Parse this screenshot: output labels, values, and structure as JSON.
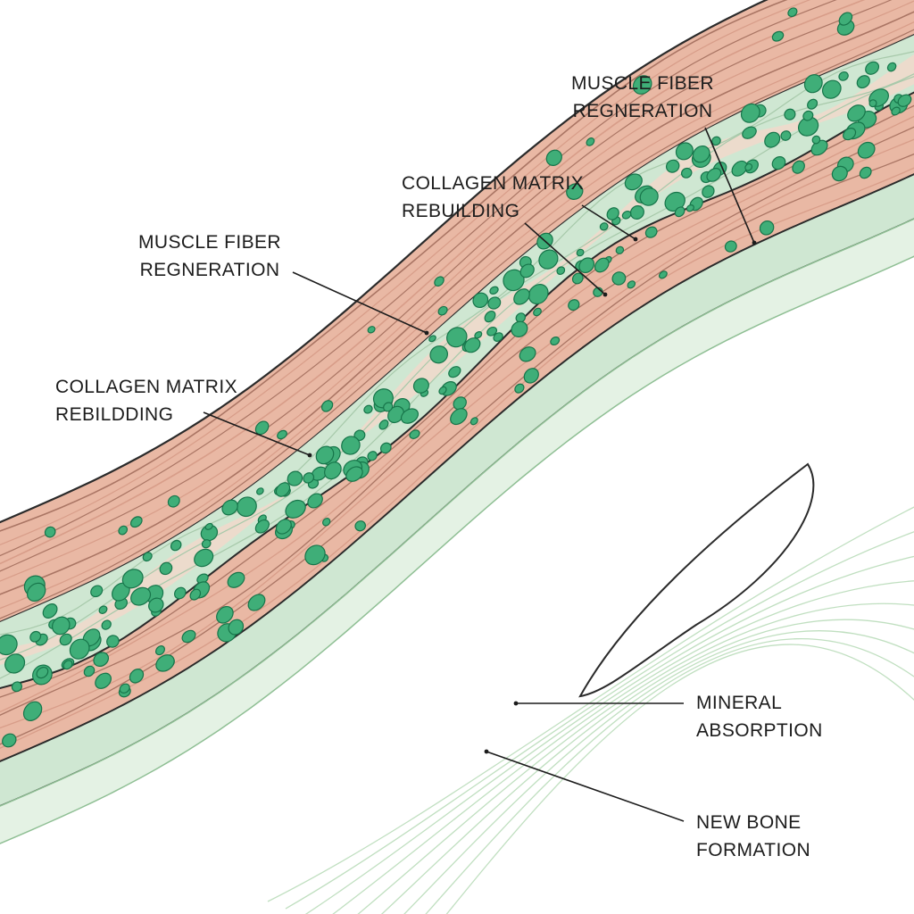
{
  "colors": {
    "muscle": "#e9b8a4",
    "muscle_dark": "#d39682",
    "muscle_light": "#f5d7c9",
    "matrix": "#cfe7d2",
    "matrix_light": "#e4f2e4",
    "cell": "#3fae78",
    "cell_dark": "#17754a",
    "outline": "#2a2a2a",
    "bone_line": "#b9dcb9"
  },
  "labels": [
    {
      "id": "muscle-fiber-1",
      "lines": [
        "MUSCLE FIBER",
        "REGNERATION"
      ]
    },
    {
      "id": "collagen-matrix-1",
      "lines": [
        "COLLAGEN MATRIX",
        "REBUILDING"
      ]
    },
    {
      "id": "muscle-fiber-2",
      "lines": [
        "MUSCLE FIBER",
        "REGNERATION"
      ]
    },
    {
      "id": "collagen-matrix-2",
      "lines": [
        "COLLAGEN MATRIX",
        "REBILDDING"
      ]
    },
    {
      "id": "mineral-absorption",
      "lines": [
        "MINERAL",
        "ABSORPTION"
      ]
    },
    {
      "id": "new-bone-formation",
      "lines": [
        "NEW BONE",
        "FORMATION"
      ]
    }
  ]
}
